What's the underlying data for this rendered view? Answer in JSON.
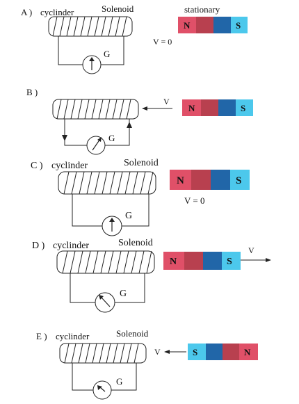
{
  "colors": {
    "north": "#e05068",
    "north_dark": "#b8404f",
    "south": "#4cc8ec",
    "south_dark": "#2166a8",
    "ink": "#222222"
  },
  "panels": [
    {
      "id": "A",
      "letter": "A )",
      "cylinder_label": "cyclinder",
      "solenoid_label": "Solenoid",
      "magnet_left": "N",
      "magnet_right": "S",
      "magnet_order": "N-left",
      "caption": "stationary",
      "velocity_label": "V = 0",
      "galvanometer_label": "G",
      "needle": "center",
      "arrow": "none"
    },
    {
      "id": "B",
      "letter": "B )",
      "cylinder_label": "",
      "solenoid_label": "",
      "magnet_left": "N",
      "magnet_right": "S",
      "magnet_order": "N-left",
      "caption": "",
      "velocity_label": "V",
      "galvanometer_label": "G",
      "needle": "right",
      "arrow": "left"
    },
    {
      "id": "C",
      "letter": "C )",
      "cylinder_label": "cyclinder",
      "solenoid_label": "Solenoid",
      "magnet_left": "N",
      "magnet_right": "S",
      "magnet_order": "N-left",
      "caption": "",
      "velocity_label": "V = 0",
      "galvanometer_label": "G",
      "needle": "center",
      "arrow": "none"
    },
    {
      "id": "D",
      "letter": "D )",
      "cylinder_label": "cyclinder",
      "solenoid_label": "Solenoid",
      "magnet_left": "N",
      "magnet_right": "S",
      "magnet_order": "N-left",
      "caption": "",
      "velocity_label": "V",
      "galvanometer_label": "G",
      "needle": "left",
      "arrow": "right"
    },
    {
      "id": "E",
      "letter": "E )",
      "cylinder_label": "cyclinder",
      "solenoid_label": "Solenoid",
      "magnet_left": "S",
      "magnet_right": "N",
      "magnet_order": "S-left",
      "caption": "",
      "velocity_label": "V",
      "galvanometer_label": "G",
      "needle": "leftdown",
      "arrow": "left"
    }
  ]
}
